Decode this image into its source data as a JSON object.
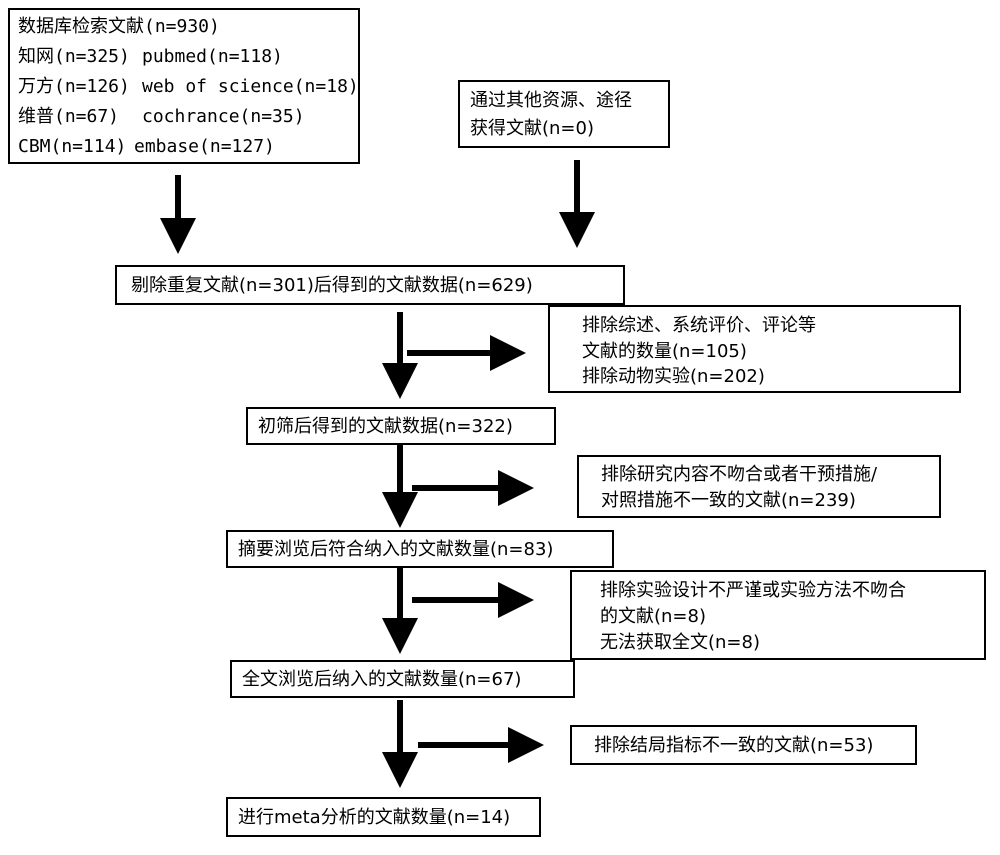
{
  "source_box": {
    "title": "数据库检索文献(n=930)",
    "rows": [
      [
        "知网(n=325)",
        "pubmed(n=118)"
      ],
      [
        "万方(n=126)",
        "web of science(n=18)"
      ],
      [
        "维普(n=67)",
        "cochrance(n=35)"
      ],
      [
        "CBM(n=114)",
        "embase(n=127)"
      ]
    ]
  },
  "other_box": {
    "lines": [
      "通过其他资源、途径",
      "获得文献(n=0)"
    ]
  },
  "steps": [
    "剔除重复文献(n=301)后得到的文献数据(n=629)",
    "初筛后得到的文献数据(n=322)",
    "摘要浏览后符合纳入的文献数量(n=83)",
    "全文浏览后纳入的文献数量(n=67)",
    "进行meta分析的文献数量(n=14)"
  ],
  "exclusions": [
    [
      "排除综述、系统评价、评论等",
      "文献的数量(n=105)",
      "排除动物实验(n=202)"
    ],
    [
      "排除研究内容不吻合或者干预措施/",
      "对照措施不一致的文献(n=239)"
    ],
    [
      "排除实验设计不严谨或实验方法不吻合",
      "的文献(n=8)",
      "无法获取全文(n=8)"
    ],
    [
      "排除结局指标不一致的文献(n=53)"
    ]
  ]
}
